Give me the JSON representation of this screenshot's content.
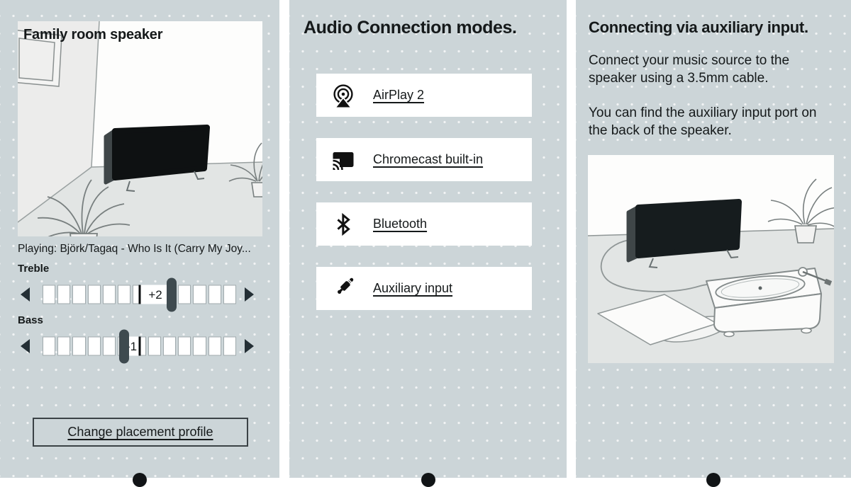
{
  "colors": {
    "background": "#ccd5d8",
    "gutter": "#ffffff",
    "card": "#ffffff",
    "text": "#15191a",
    "slider_handle": "#3e4a4f",
    "icon": "#111111"
  },
  "panels": {
    "speaker": {
      "title": "Family room speaker",
      "playing": "Playing: Björk/Tagaq - Who Is It (Carry My Joy...",
      "sliders": [
        {
          "label": "Treble",
          "value": "+2",
          "segments": 13,
          "center_pct": 50,
          "handle_pct": 66.5
        },
        {
          "label": "Bass",
          "value": "-1",
          "segments": 13,
          "center_pct": 50,
          "handle_pct": 42
        }
      ],
      "placement_button": "Change placement profile"
    },
    "modes": {
      "title": "Audio Connection modes.",
      "items": [
        {
          "icon": "airplay-icon",
          "label": "AirPlay 2"
        },
        {
          "icon": "chromecast-icon",
          "label": "Chromecast built-in"
        },
        {
          "icon": "bluetooth-icon",
          "label": "Bluetooth"
        },
        {
          "icon": "aux-jack-icon",
          "label": "Auxiliary input"
        }
      ]
    },
    "aux": {
      "title": "Connecting via auxiliary input.",
      "paragraphs": [
        "Connect your music source to the speaker using a 3.5mm cable.",
        "You can find the auxiliary input port on the back of the speaker."
      ]
    }
  }
}
